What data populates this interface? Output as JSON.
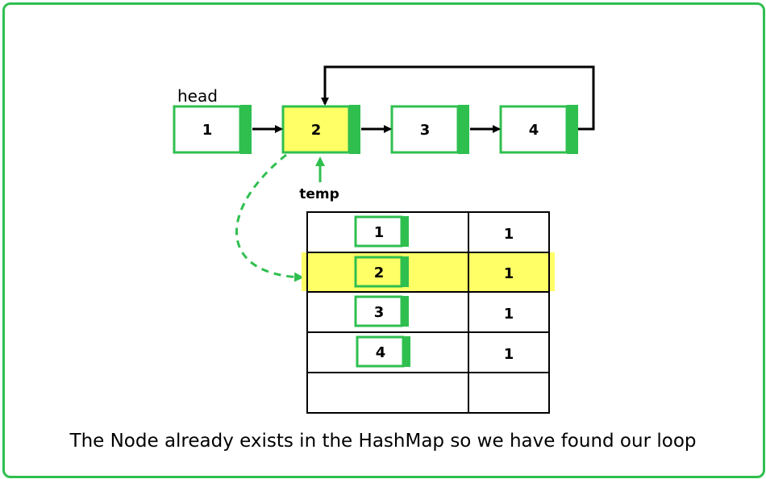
{
  "head_label": "head",
  "temp_label": "temp",
  "linked_list": {
    "nodes": [
      {
        "value": "1",
        "highlighted": false
      },
      {
        "value": "2",
        "highlighted": true
      },
      {
        "value": "3",
        "highlighted": false
      },
      {
        "value": "4",
        "highlighted": false
      }
    ],
    "loop_from": "4",
    "loop_to": "2"
  },
  "hashmap": {
    "rows": [
      {
        "key": "1",
        "count": "1",
        "highlighted": false
      },
      {
        "key": "2",
        "count": "1",
        "highlighted": true
      },
      {
        "key": "3",
        "count": "1",
        "highlighted": false
      },
      {
        "key": "4",
        "count": "1",
        "highlighted": false
      },
      {
        "key": "",
        "count": "",
        "highlighted": false
      }
    ]
  },
  "caption": "The Node already exists in the HashMap so we have found our loop",
  "colors": {
    "green": "#2fbf4f",
    "highlight": "#ffff66",
    "border": "#000000"
  }
}
